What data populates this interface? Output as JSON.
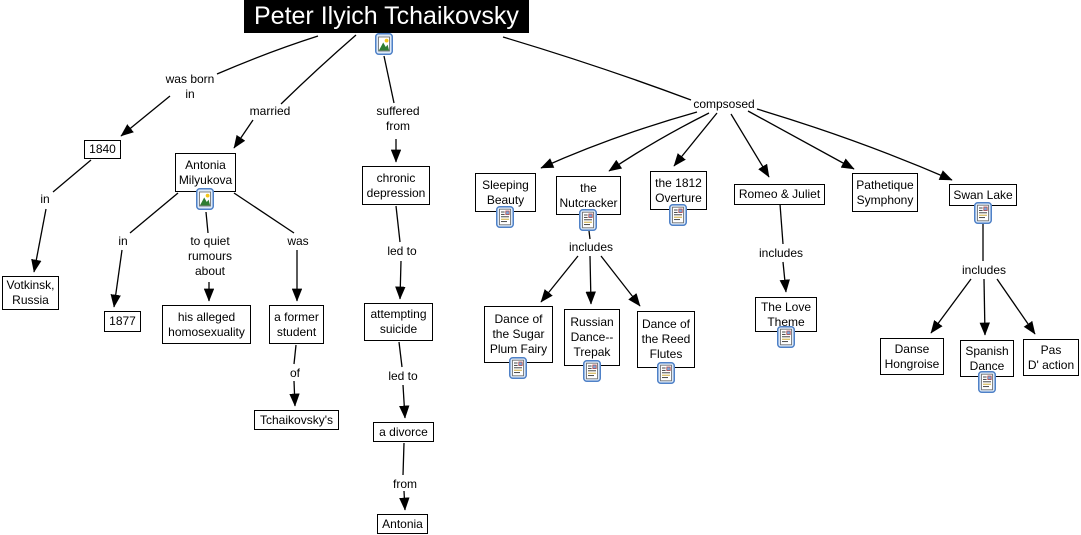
{
  "title": {
    "label": "Peter Ilyich Tchaikovsky"
  },
  "concepts": {
    "born_year": {
      "label": "1840"
    },
    "birthplace": {
      "label": "Votkinsk,\nRussia"
    },
    "antonia_milyukova": {
      "label": "Antonia\nMilyukova"
    },
    "marriage_year": {
      "label": "1877"
    },
    "homosexuality": {
      "label": "his alleged\nhomosexuality"
    },
    "former_student": {
      "label": "a former\nstudent"
    },
    "tchaikovskys": {
      "label": "Tchaikovsky's"
    },
    "chronic_depression": {
      "label": "chronic\ndepression"
    },
    "attempting_suicide": {
      "label": "attempting\nsuicide"
    },
    "a_divorce": {
      "label": "a divorce"
    },
    "antonia": {
      "label": "Antonia"
    },
    "sleeping_beauty": {
      "label": "Sleeping\nBeauty"
    },
    "nutcracker": {
      "label": "the\nNutcracker"
    },
    "overture_1812": {
      "label": "the 1812\nOverture"
    },
    "romeo_juliet": {
      "label": "Romeo & Juliet"
    },
    "pathetique": {
      "label": "Pathetique\nSymphony"
    },
    "swan_lake": {
      "label": "Swan Lake"
    },
    "sugar_plum": {
      "label": "Dance of\nthe Sugar\nPlum Fairy"
    },
    "trepak": {
      "label": "Russian\nDance--\nTrepak"
    },
    "reed_flutes": {
      "label": "Dance of\nthe Reed\nFlutes"
    },
    "love_theme": {
      "label": "The Love\nTheme"
    },
    "danse_hongroise": {
      "label": "Danse\nHongroise"
    },
    "spanish_dance": {
      "label": "Spanish\nDance"
    },
    "pas_daction": {
      "label": "Pas\nD' action"
    }
  },
  "linking": {
    "was_born_in": {
      "label": "was born\nin"
    },
    "married": {
      "label": "married"
    },
    "suffered_from": {
      "label": "suffered\nfrom"
    },
    "composed": {
      "label": "compsosed"
    },
    "in_place": {
      "label": "in"
    },
    "in_year": {
      "label": "in"
    },
    "to_quiet": {
      "label": "to quiet\nrumours\nabout"
    },
    "was": {
      "label": "was"
    },
    "of": {
      "label": "of"
    },
    "led_to_1": {
      "label": "led to"
    },
    "led_to_2": {
      "label": "led to"
    },
    "from": {
      "label": "from"
    },
    "includes_1": {
      "label": "includes"
    },
    "includes_2": {
      "label": "includes"
    },
    "includes_3": {
      "label": "includes"
    }
  },
  "icons": {
    "image_resource": "picture-with-sun-and-mountains",
    "document_resource": "text-document-with-image-thumbnail"
  },
  "colors": {
    "line": "#000000",
    "concept_border": "#000000",
    "concept_bg": "#ffffff",
    "title_bg": "#000000",
    "title_fg": "#ffffff",
    "icon_frame": "#4f81c7",
    "icon_frame_bg": "#dce9f8"
  }
}
